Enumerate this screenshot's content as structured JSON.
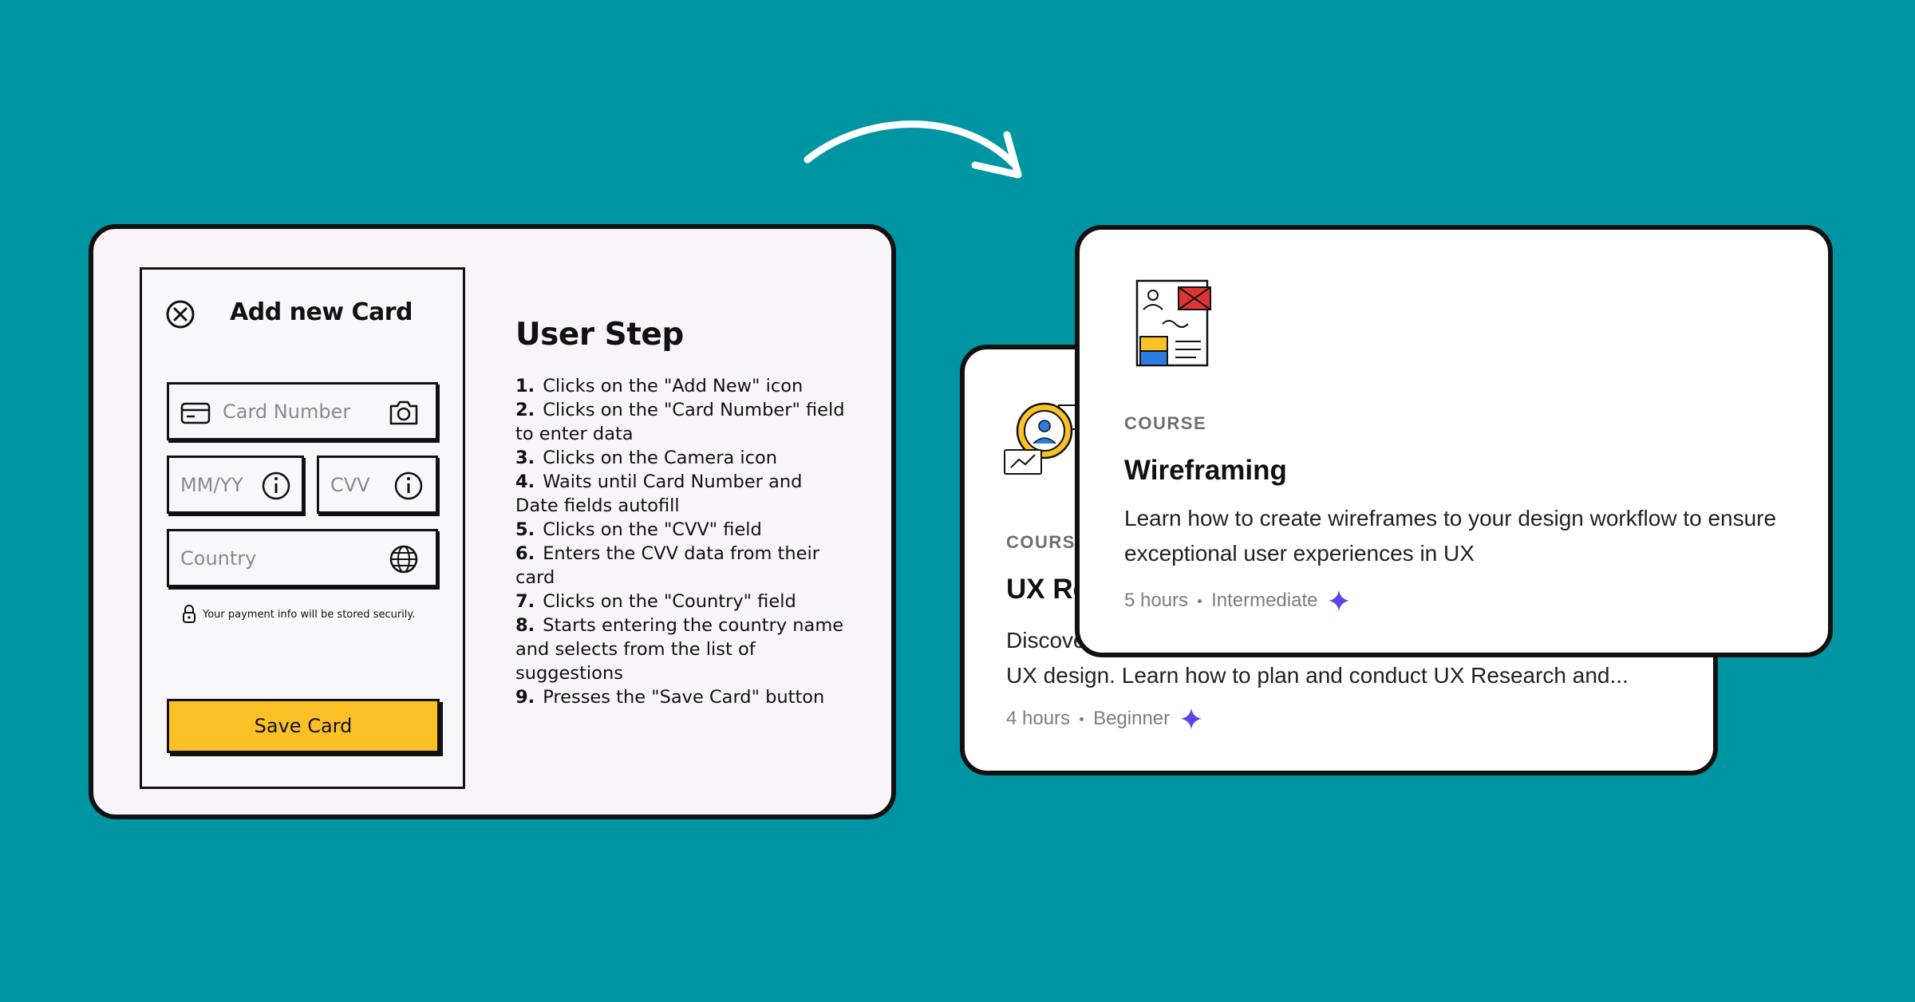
{
  "wireframe": {
    "title": "Add new Card",
    "card_number_placeholder": "Card Number",
    "expiry_placeholder": "MM/YY",
    "cvv_placeholder": "CVV",
    "country_placeholder": "Country",
    "secure_note": "Your payment info will be stored securily.",
    "save_label": "Save Card"
  },
  "user_steps": {
    "title": "User Step",
    "steps": [
      {
        "num": "1.",
        "text": "Clicks on the \"Add New\" icon"
      },
      {
        "num": "2.",
        "text": "Clicks on the \"Card Number\" field to enter data"
      },
      {
        "num": "3.",
        "text": "Clicks on the Camera icon"
      },
      {
        "num": "4.",
        "text": "Waits until Card Number and Date fields autofill"
      },
      {
        "num": "5.",
        "text": "Clicks on the \"CVV\" field"
      },
      {
        "num": "6.",
        "text": "Enters the CVV data from their card"
      },
      {
        "num": "7.",
        "text": "Clicks on the \"Country\" field"
      },
      {
        "num": "8.",
        "text": "Starts entering the country name and selects from the list of suggestions"
      },
      {
        "num": "9.",
        "text": "Presses the \"Save Card\" button"
      }
    ]
  },
  "course_back": {
    "eyebrow": "COURSE",
    "title": "UX Research",
    "description_line1": "Discover",
    "description_line2": "UX design. Learn how to plan and conduct UX Research and...",
    "duration": "4 hours",
    "level": "Beginner"
  },
  "course_front": {
    "eyebrow": "COURSE",
    "title": "Wireframing",
    "description": "Learn how to create wireframes to your design workflow to ensure exceptional user experiences in UX",
    "duration": "5 hours",
    "level": "Intermediate"
  },
  "colors": {
    "background": "#0095a3",
    "button_yellow": "#fcc126",
    "sparkle": "#5b45e8"
  },
  "icons": [
    "arrow-icon",
    "close-icon",
    "credit-card-icon",
    "camera-icon",
    "info-icon",
    "globe-icon",
    "lock-icon",
    "sparkle-icon",
    "wireframe-illustration",
    "ux-research-illustration"
  ]
}
